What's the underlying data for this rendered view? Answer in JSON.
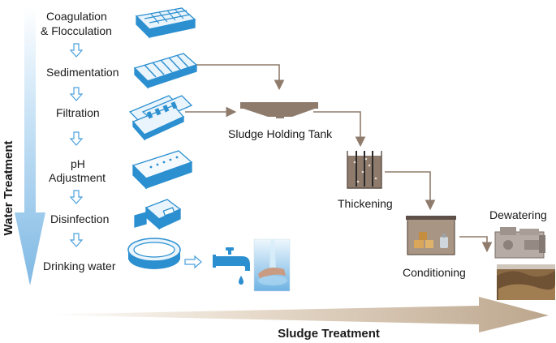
{
  "labels": {
    "coagulation_line1": "Coagulation",
    "coagulation_line2": "& Flocculation",
    "sedimentation": "Sedimentation",
    "filtration": "Filtration",
    "ph_line1": "pH",
    "ph_line2": "Adjustment",
    "disinfection": "Disinfection",
    "drinking_water": "Drinking water",
    "sludge_holding_tank": "Sludge Holding Tank",
    "thickening": "Thickening",
    "conditioning": "Conditioning",
    "dewatering": "Dewatering",
    "water_treatment": "Water Treatment",
    "sludge_treatment": "Sludge Treatment"
  },
  "colors": {
    "water_blue": "#2b8fd0",
    "blue_arrow": "#8cc3ea",
    "sludge_brown": "#8f7b6c",
    "sludge_arrow": "#c4ae94"
  },
  "icons": {
    "coagulation": "coagulation-basin-icon",
    "sedimentation": "sedimentation-tank-icon",
    "filtration": "filter-bed-icon",
    "ph": "ph-tank-icon",
    "disinfection": "disinfection-unit-icon",
    "drinking": "reservoir-icon",
    "tap": "faucet-icon",
    "holding_tank": "clarifier-icon",
    "thickener": "thickener-icon",
    "conditioner": "conditioning-tank-icon",
    "dewatering": "filter-press-icon"
  }
}
